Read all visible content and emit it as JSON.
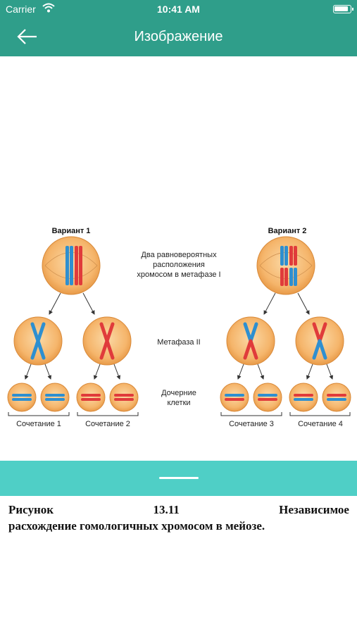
{
  "status_bar": {
    "carrier": "Carrier",
    "time": "10:41 AM",
    "wifi_icon": "wifi-icon",
    "battery_icon": "battery-icon"
  },
  "nav": {
    "title": "Изображение",
    "back_icon": "arrow-left-icon"
  },
  "figure": {
    "variant1_title": "Вариант 1",
    "variant2_title": "Вариант 2",
    "label_metaphase1": [
      "Два равновероятных",
      "расположения",
      "хромосом в метафазе I"
    ],
    "label_metaphase2": "Метафаза II",
    "label_daughter": [
      "Дочерние",
      "клетки"
    ],
    "combination1": "Сочетание 1",
    "combination2": "Сочетание 2",
    "combination3": "Сочетание 3",
    "combination4": "Сочетание 4"
  },
  "caption": {
    "word1": "Рисунок",
    "number": "13.11",
    "word2": "Независимое",
    "line2": "расхождение гомологичных хромосом в мейозе."
  },
  "colors": {
    "header": "#2f9e8a",
    "divider": "#4fcfc6",
    "cell": "#f5b56b",
    "chromosome_blue": "#2e8fd0",
    "chromosome_red": "#e03b3b"
  }
}
